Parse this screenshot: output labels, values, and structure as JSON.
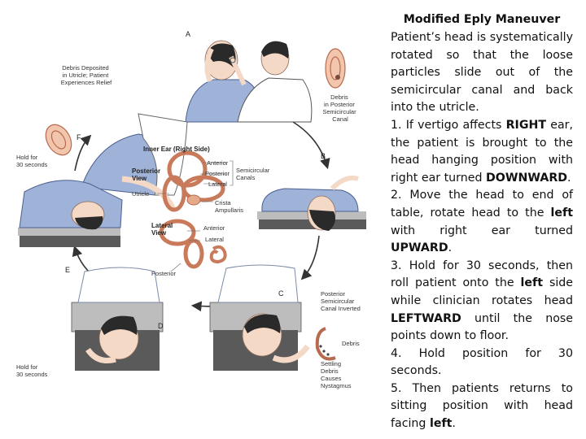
{
  "diagram": {
    "step_letters": [
      "A",
      "B",
      "C",
      "D",
      "E",
      "F"
    ],
    "labels": {
      "debris_utricle": [
        "Debris Deposited",
        "in Utricle; Patient",
        "Experiences Relief"
      ],
      "debris_posterior": [
        "Debris",
        "in Posterior",
        "Semicircular",
        "Canal"
      ],
      "hold_top": [
        "Hold for",
        "30 seconds"
      ],
      "hold_bottom": [
        "Hold for",
        "30 seconds"
      ],
      "inner_ear_title": "Inner Ear (Right Side)",
      "posterior_view": [
        "Posterior",
        "View"
      ],
      "lateral_view": [
        "Lateral",
        "View"
      ],
      "anterior_1": "Anterior",
      "posterior_1": "Posterior",
      "lateral_1": "Lateral",
      "semicircular_canals": [
        "Semicircular",
        "Canals"
      ],
      "utricle": "Utricle",
      "crista": [
        "Crista",
        "Ampullaris"
      ],
      "anterior_2": "Anterior",
      "lateral_2": "Lateral",
      "posterior_2": "Posterior",
      "canal_inverted": [
        "Posterior",
        "Semicircular",
        "Canal Inverted"
      ],
      "debris_c": "Debris",
      "settling": [
        "Settling",
        "Debris",
        "Causes",
        "Nystagmus"
      ]
    }
  },
  "text_panel": {
    "title": "Modified Eply Maneuver",
    "intro": "Patient’s head is systematically rotated so that the loose particles slide out of the semicircular canal and back into the utricle.",
    "steps": [
      [
        {
          "t": "1. If vertigo affects ",
          "b": false
        },
        {
          "t": "RIGHT",
          "b": true
        },
        {
          "t": " ear, the patient is brought to the head hanging position with right ear turned ",
          "b": false
        },
        {
          "t": "DOWNWARD",
          "b": true
        },
        {
          "t": ".",
          "b": false
        }
      ],
      [
        {
          "t": "2. Move the head to end of table, rotate head to the ",
          "b": false
        },
        {
          "t": "left",
          "b": true
        },
        {
          "t": " with right ear turned ",
          "b": false
        },
        {
          "t": "UPWARD",
          "b": true
        },
        {
          "t": ".",
          "b": false
        }
      ],
      [
        {
          "t": "3. Hold for 30 seconds, then roll patient onto the ",
          "b": false
        },
        {
          "t": "left",
          "b": true
        },
        {
          "t": " side while clinician rotates head ",
          "b": false
        },
        {
          "t": "LEFTWARD",
          "b": true
        },
        {
          "t": " until the nose points down to floor.",
          "b": false
        }
      ],
      [
        {
          "t": "4. Hold position for 30 seconds.",
          "b": false
        }
      ],
      [
        {
          "t": "5. Then patients returns to sitting position with head facing ",
          "b": false
        },
        {
          "t": "left",
          "b": true
        },
        {
          "t": ".",
          "b": false
        }
      ]
    ]
  },
  "colors": {
    "shirt": "#9fb3d8",
    "shirt_dark": "#6f86b8",
    "table": "#5a5a5a",
    "table_top": "#bdbdbd",
    "skin": "#f4d9c6",
    "hair": "#2a2a2a",
    "ear": "#e6a98a",
    "ear_dark": "#b86a4e",
    "arrow": "#333333"
  }
}
